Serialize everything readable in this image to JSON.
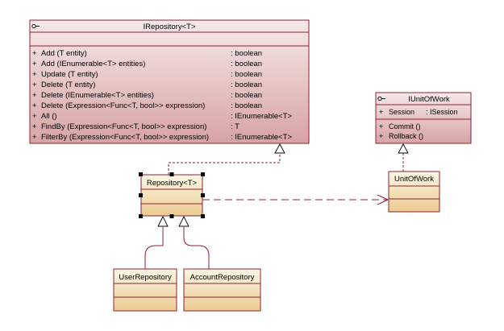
{
  "colors": {
    "interface_fill_top": "#f6e6e6",
    "interface_fill_bottom": "#d49b9b",
    "interface_border": "#8b2232",
    "class_fill_top": "#fdf6e3",
    "class_fill_bottom": "#e9c98c",
    "class_border": "#8b2232"
  },
  "interfaces": {
    "repository": {
      "title": "IRepository<T>",
      "stereotype_icon": "interface-lollipop-icon",
      "methods": [
        {
          "vis": "+",
          "sig": "Add (T entity)",
          "ret": ": boolean"
        },
        {
          "vis": "+",
          "sig": "Add (IEnumerable<T> entities)",
          "ret": ": boolean"
        },
        {
          "vis": "+",
          "sig": "Update (T entity)",
          "ret": ": boolean"
        },
        {
          "vis": "+",
          "sig": "Delete (T entity)",
          "ret": ": boolean"
        },
        {
          "vis": "+",
          "sig": "Delete (IEnumerable<T> entities)",
          "ret": ": boolean"
        },
        {
          "vis": "+",
          "sig": "Delete (Expression<Func<T, bool>> expression)",
          "ret": ": boolean"
        },
        {
          "vis": "+",
          "sig": "All ()",
          "ret": ": IEnumerable<T>"
        },
        {
          "vis": "+",
          "sig": "FindBy (Expression<Func<T, bool>> expression)",
          "ret": ": T"
        },
        {
          "vis": "+",
          "sig": "FilterBy (Expression<Func<T, bool>> expression)",
          "ret": ": IEnumerable<T>"
        }
      ]
    },
    "unit_of_work": {
      "title": "IUnitOfWork",
      "stereotype_icon": "interface-lollipop-icon",
      "attributes": [
        {
          "vis": "+",
          "name": "Session",
          "type": ": ISession"
        }
      ],
      "methods": [
        {
          "vis": "+",
          "sig": "Commit ()"
        },
        {
          "vis": "+",
          "sig": "Rollback ()"
        }
      ]
    }
  },
  "classes": {
    "repository": {
      "title": "Repository<T>"
    },
    "unit_of_work": {
      "title": "UnitOfWork"
    },
    "user_repository": {
      "title": "UserRepository"
    },
    "account_repository": {
      "title": "AccountRepository"
    }
  }
}
